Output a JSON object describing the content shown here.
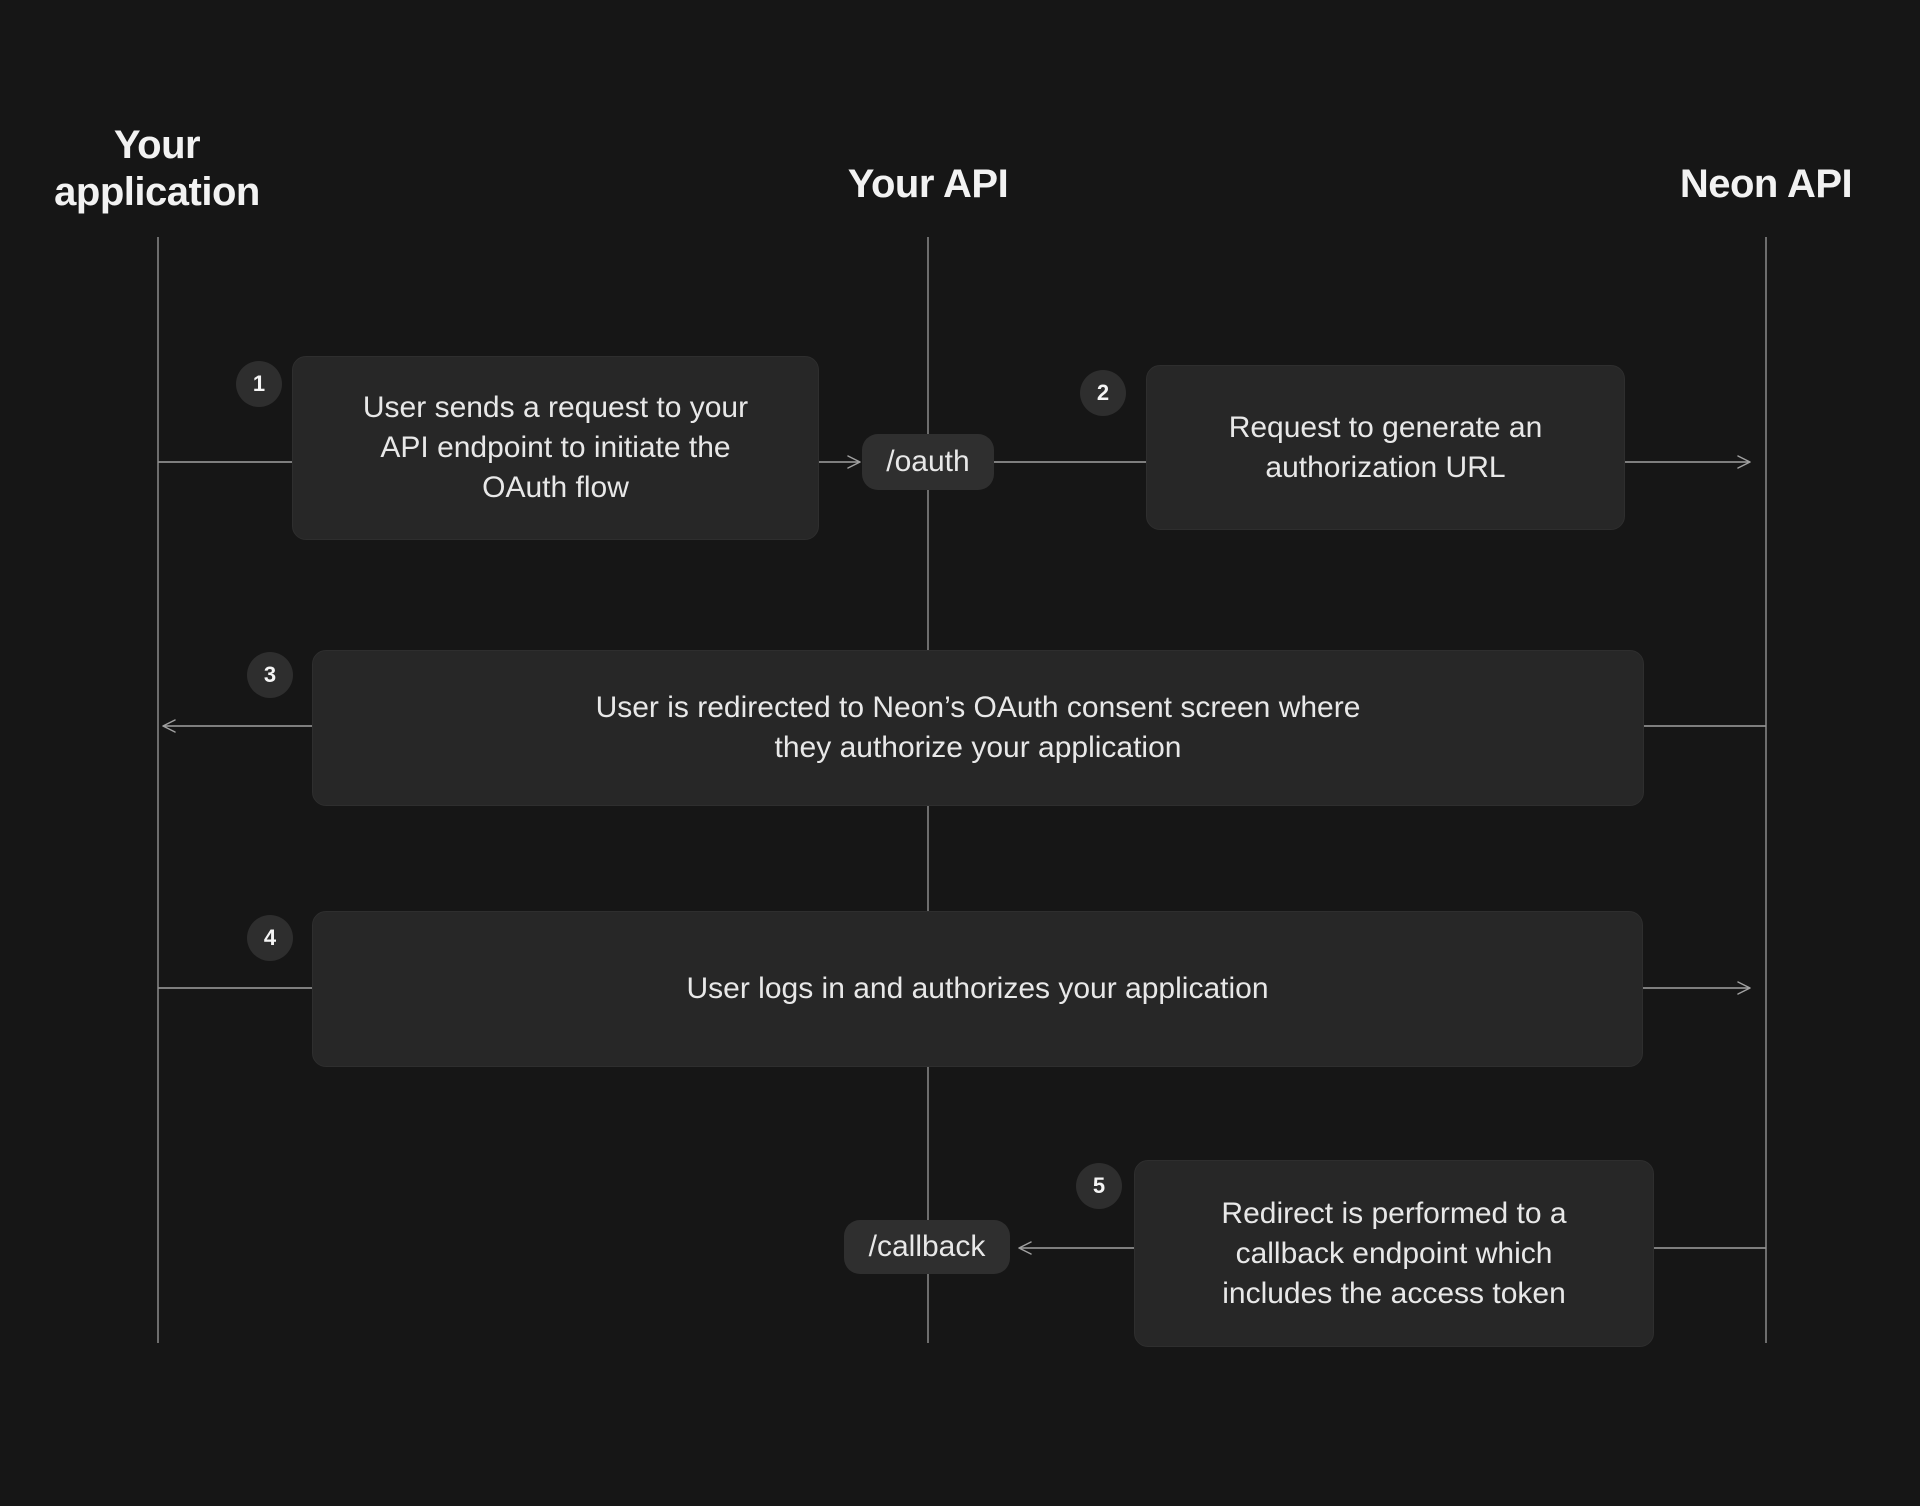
{
  "diagram": {
    "title_hint": "OAuth flow sequence diagram",
    "actors": {
      "your_application": "Your\napplication",
      "your_api": "Your API",
      "neon_api": "Neon API"
    },
    "endpoints": {
      "oauth": "/oauth",
      "callback": "/callback"
    },
    "steps": [
      {
        "number": "1",
        "text": "User sends a request to your\nAPI endpoint to initiate the\nOAuth flow"
      },
      {
        "number": "2",
        "text": "Request to generate an\nauthorization URL"
      },
      {
        "number": "3",
        "text": "User is redirected to Neon’s OAuth consent screen where\nthey authorize your application"
      },
      {
        "number": "4",
        "text": "User logs in and authorizes your application"
      },
      {
        "number": "5",
        "text": "Redirect is performed to a\ncallback endpoint which\nincludes the access token"
      }
    ],
    "colors": {
      "background": "#161616",
      "box_fill": "#272727",
      "endpoint_label_fill": "#2f2f2f",
      "badge_fill": "#2e2e2e",
      "body_text": "#e8e8e8",
      "header_text": "#f2f2f2",
      "lifeline": "#8a8a8a",
      "arrow": "#a0a0a0"
    }
  }
}
